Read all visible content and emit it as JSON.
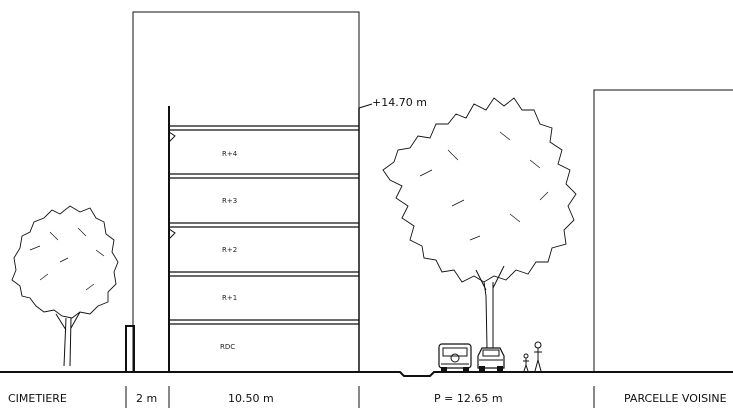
{
  "section": {
    "height_marker": "+14.70 m",
    "floors": [
      "R+4",
      "R+3",
      "R+2",
      "R+1",
      "RDC"
    ],
    "ground_labels": {
      "left": "CIMETIERE",
      "gap": "2 m",
      "building_width": "10.50 m",
      "parking": "P = 12.65 m",
      "right": "PARCELLE VOISINE"
    }
  }
}
